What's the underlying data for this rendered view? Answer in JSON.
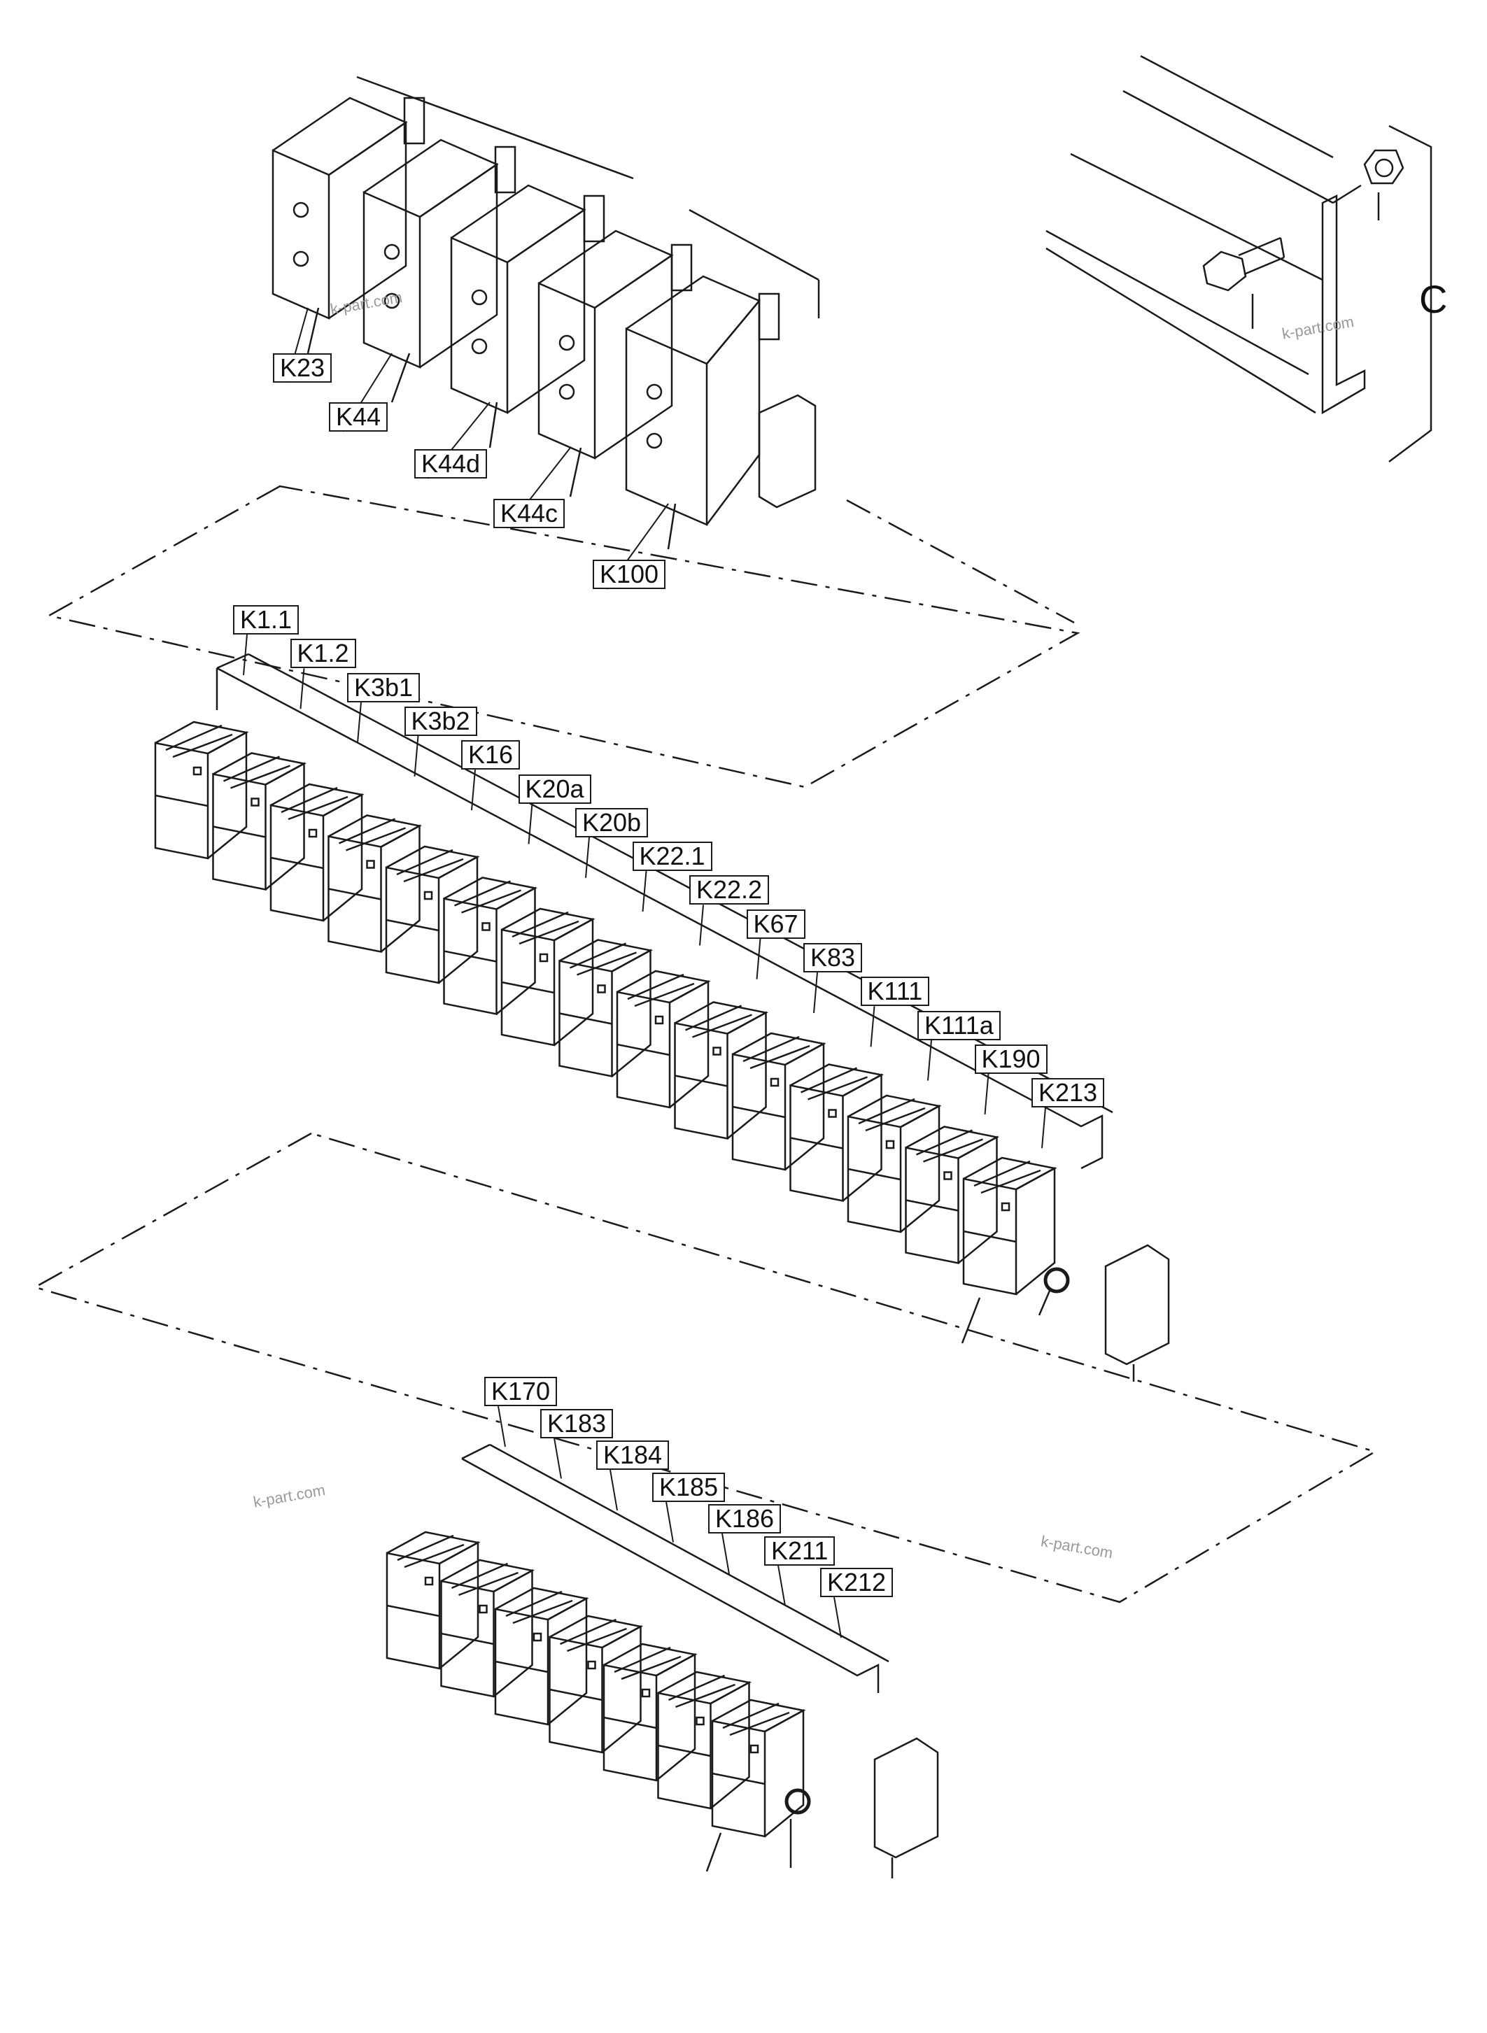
{
  "watermark": "k-part.com",
  "section_letter": "C",
  "group_top": [
    "K23",
    "K44",
    "K44d",
    "K44c",
    "K100"
  ],
  "group_middle": [
    "K1.1",
    "K1.2",
    "K3b1",
    "K3b2",
    "K16",
    "K20a",
    "K20b",
    "K22.1",
    "K22.2",
    "K67",
    "K83",
    "K111",
    "K111a",
    "K190",
    "K213"
  ],
  "group_bottom": [
    "K170",
    "K183",
    "K184",
    "K185",
    "K186",
    "K211",
    "K212"
  ]
}
